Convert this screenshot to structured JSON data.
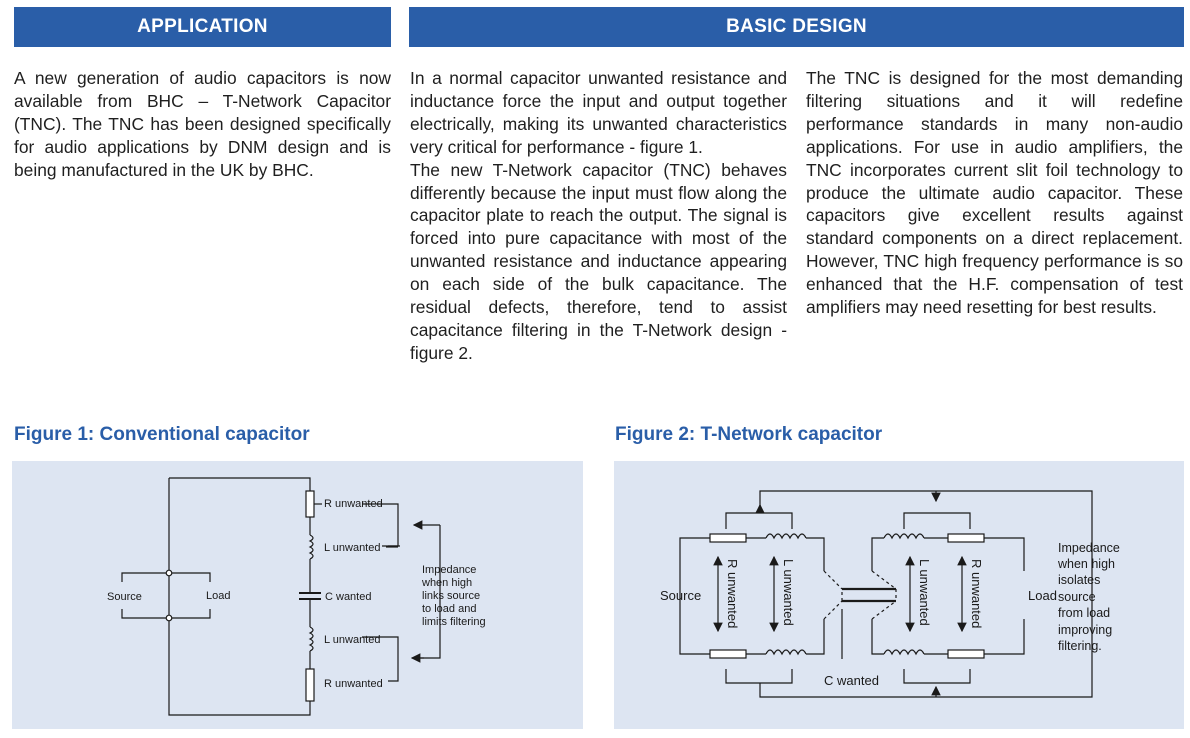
{
  "headers": {
    "application": "APPLICATION",
    "basic_design": "BASIC DESIGN"
  },
  "columns": {
    "application_text": "A new generation of audio capacitors is now available from BHC – T-Network Capacitor (TNC). The TNC has been designed specifically for audio applications by DNM design and is being manufactured in the UK by BHC.",
    "design_p1": "In a normal capacitor unwanted resistance and inductance force the input and output together electrically, making its unwanted characteristics very critical for performance - figure 1.",
    "design_p2": "The new T-Network capacitor (TNC) behaves differently because the input must flow along the capacitor plate to reach the output. The signal is forced into pure capacitance with most of the unwanted resistance and inductance appearing on each side of the bulk capacitance. The residual defects, therefore, tend to assist capacitance filtering in the T-Network design - figure 2.",
    "tnc_text": "The TNC is designed for the most demanding filtering situations and it will redefine performance standards in many non-audio applications. For use in audio amplifiers, the TNC incorporates current slit foil technology to produce the ultimate audio capacitor. These capacitors give excellent results against standard components on a direct replacement. However, TNC high frequency performance is so enhanced that the H.F. compensation of test amplifiers may need resetting for best results."
  },
  "figure1": {
    "title": "Figure 1: Conventional capacitor",
    "labels": {
      "r_unwanted_top": "R unwanted",
      "l_unwanted_top": "L unwanted",
      "c_wanted": "C wanted",
      "l_unwanted_bottom": "L unwanted",
      "r_unwanted_bottom": "R unwanted",
      "source": "Source",
      "load": "Load",
      "note_line1": "Impedance",
      "note_line2": "when high",
      "note_line3": "links source",
      "note_line4": "to load and",
      "note_line5": "limits filtering"
    }
  },
  "figure2": {
    "title": "Figure 2: T-Network capacitor",
    "labels": {
      "source": "Source",
      "load": "Load",
      "r_unwanted_left": "R unwanted",
      "l_unwanted_left": "L unwanted",
      "l_unwanted_right": "L unwanted",
      "r_unwanted_right": "R unwanted",
      "c_wanted": "C wanted",
      "note_line1": "Impedance",
      "note_line2": "when high",
      "note_line3": "isolates",
      "note_line4": "source",
      "note_line5": "from load",
      "note_line6": "improving",
      "note_line7": "filtering."
    }
  },
  "colors": {
    "header_blue": "#2a5ea8",
    "figure_background": "#dde5f2",
    "text": "#1a1a1a"
  }
}
